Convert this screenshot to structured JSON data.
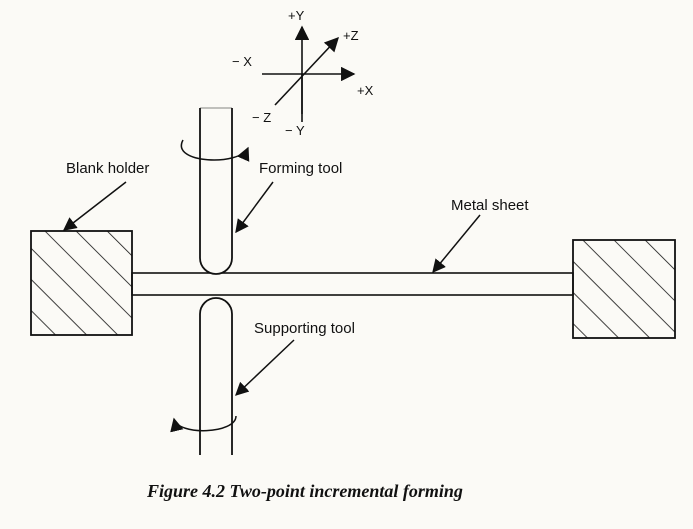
{
  "axes": {
    "plus_y": "+Y",
    "minus_y": "− Y",
    "plus_z": "+Z",
    "minus_z": "− Z",
    "plus_x": "+X",
    "minus_x": "− X"
  },
  "labels": {
    "blank_holder": "Blank holder",
    "forming_tool": "Forming tool",
    "metal_sheet": "Metal sheet",
    "supporting_tool": "Supporting tool"
  },
  "caption": "Figure 4.2 Two-point incremental forming",
  "colors": {
    "ink": "#111111",
    "paper": "#fbfaf6"
  }
}
